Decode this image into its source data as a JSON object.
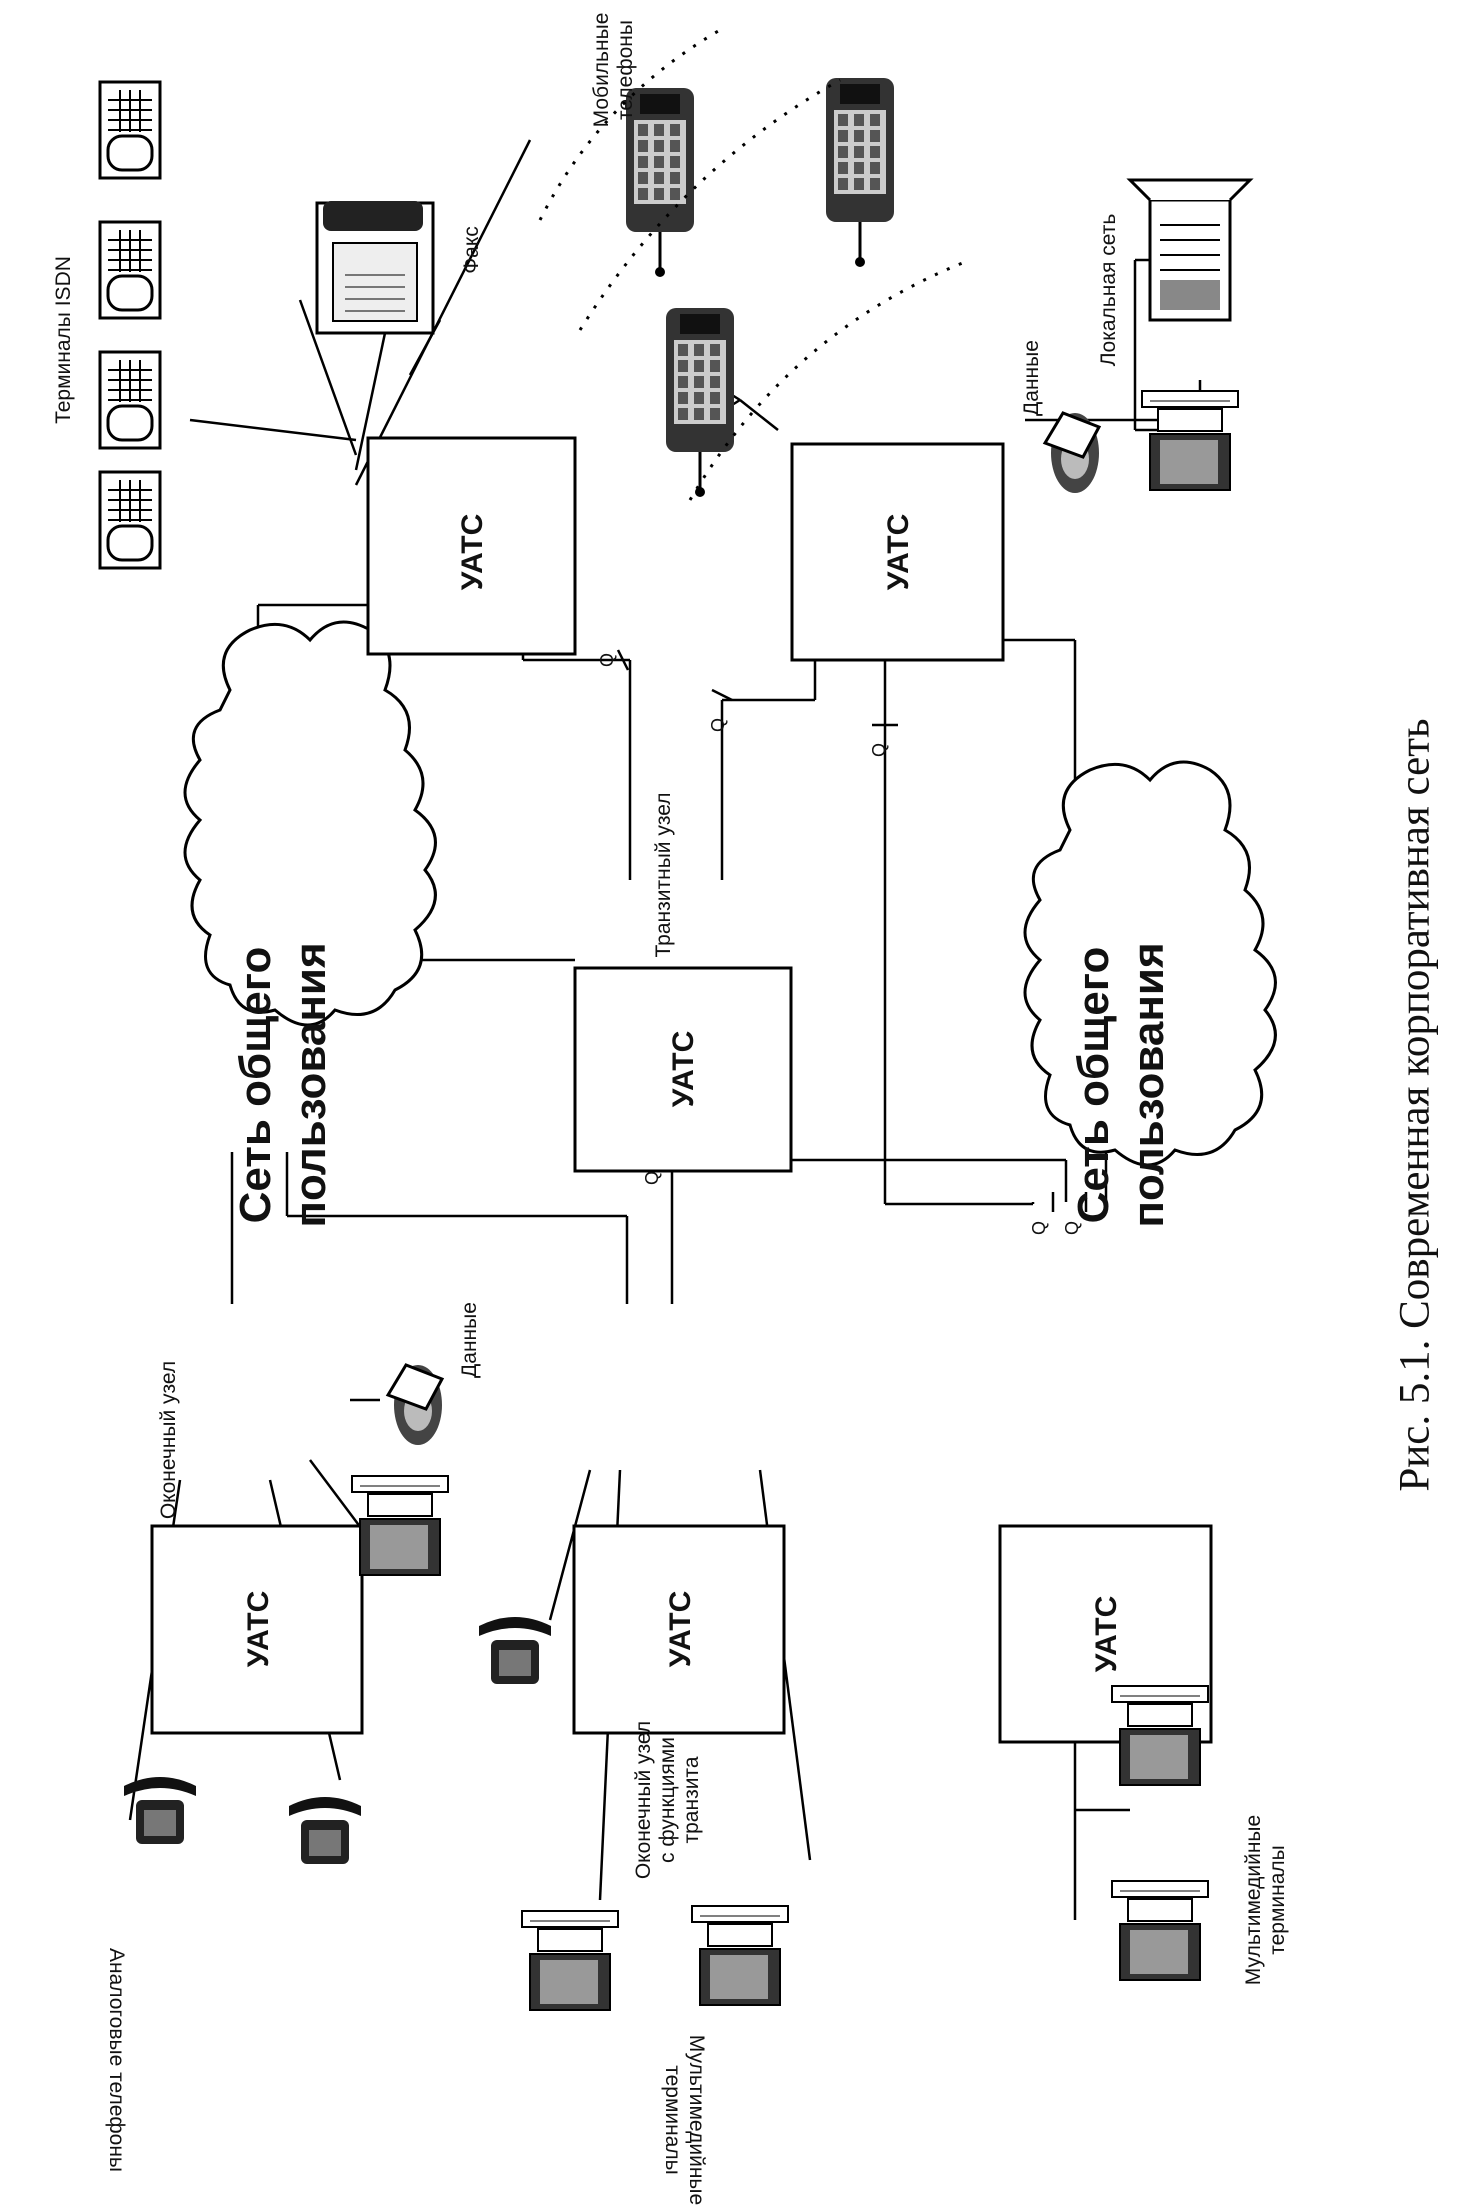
{
  "caption": "Рис. 5.1. Современная корпоративная сеть",
  "pbx_label": "УАТС",
  "clouds": [
    {
      "line1": "Сеть общего",
      "line2": "пользования"
    },
    {
      "line1": "Сеть общего",
      "line2": "пользования"
    }
  ],
  "labels": {
    "terminal_node": "Оконечный узел",
    "transit_node": "Транзитный узел",
    "terminal_transit_node": [
      "Оконечный узел",
      "с функциями",
      "транзита"
    ],
    "isdn_terminals": "Терминалы ISDN",
    "fax": "Факс",
    "mobile_phones": [
      "Мобильные",
      "телефоны"
    ],
    "data": "Данные",
    "local_network": "Локальная сеть",
    "analog_phones": "Аналоговые телефоны",
    "multimedia_terminals": [
      "Мультимедийные",
      "терминалы"
    ],
    "q_point": "Q"
  }
}
